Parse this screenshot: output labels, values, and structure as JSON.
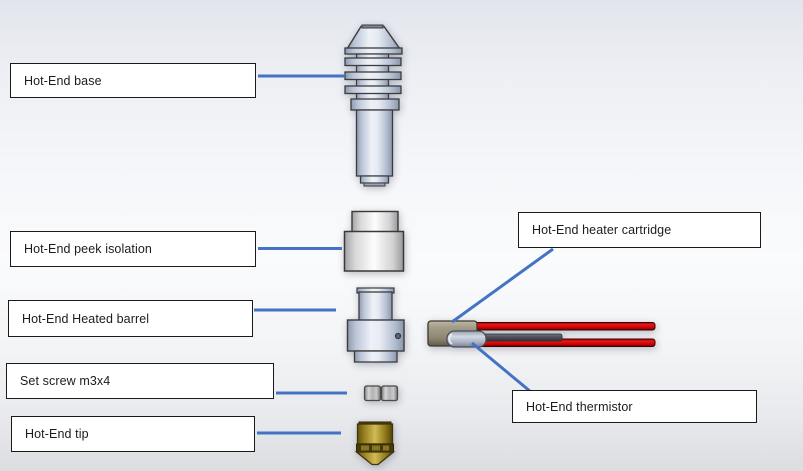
{
  "diagram": {
    "callouts": [
      {
        "part": "hot-end-base",
        "label": "Hot-End base"
      },
      {
        "part": "hot-end-peek-isolation",
        "label": "Hot-End peek isolation"
      },
      {
        "part": "hot-end-heated-barrel",
        "label": "Hot-End Heated barrel"
      },
      {
        "part": "set-screw-m3x4",
        "label": "Set screw m3x4"
      },
      {
        "part": "hot-end-tip",
        "label": "Hot-End tip"
      },
      {
        "part": "hot-end-heater-cartridge",
        "label": "Hot-End heater cartridge"
      },
      {
        "part": "hot-end-thermistor",
        "label": "Hot-End thermistor"
      }
    ],
    "colors": {
      "leader_line": "#4472c4",
      "box_border": "#1a1a1a",
      "box_fill": "#ffffff",
      "steel_metal": "#c9d2e2",
      "peek_white": "#f4f4f4",
      "brass_tip": "#b09733",
      "heater_wire_red": "#d40606",
      "cartridge_body_tan": "#9d9682",
      "thermistor_wire_gray": "#50505c"
    }
  }
}
